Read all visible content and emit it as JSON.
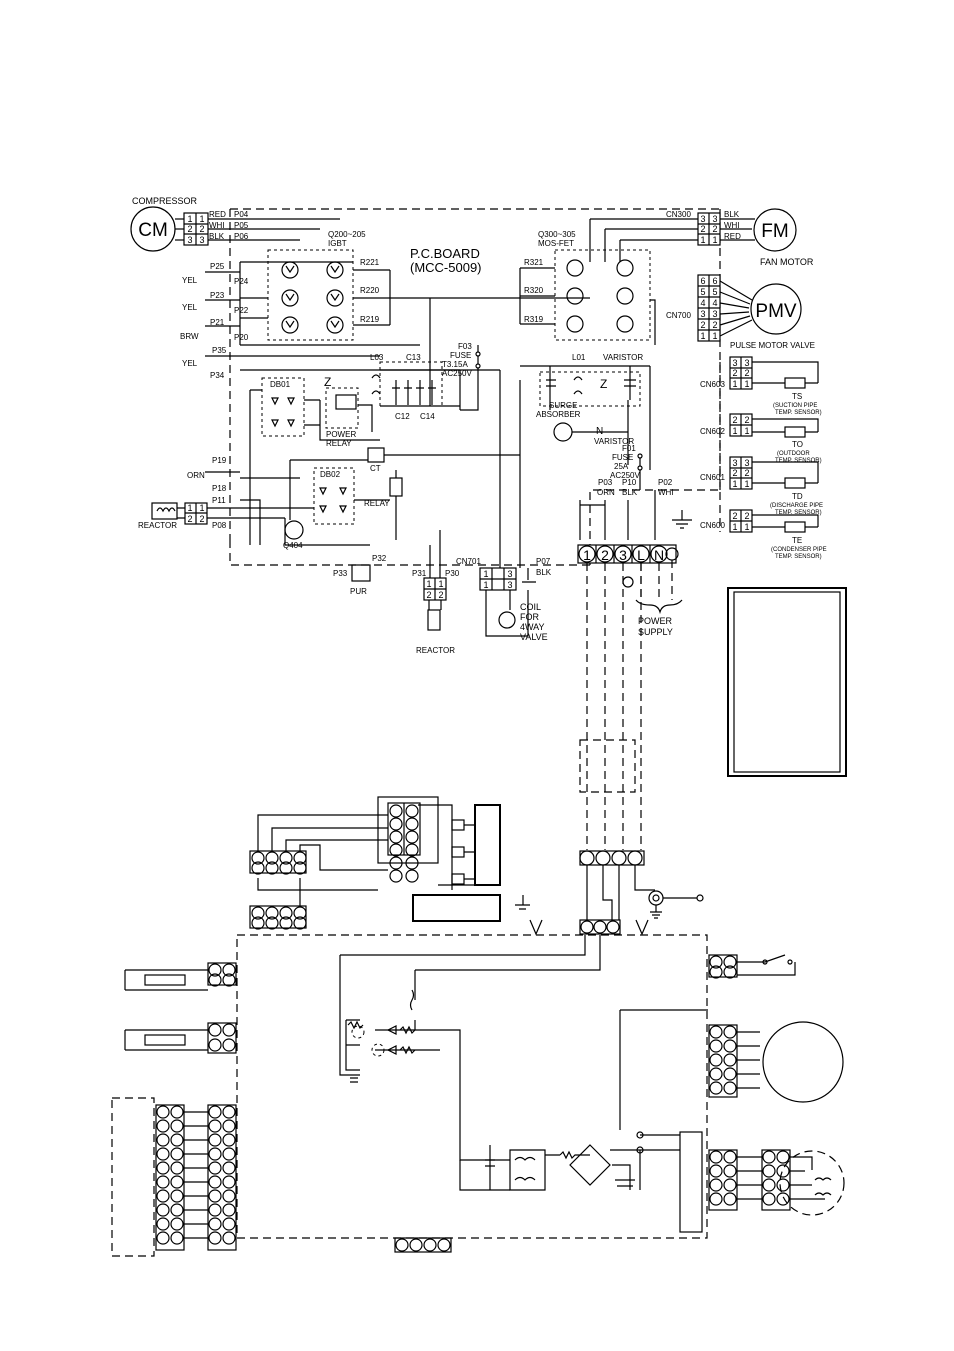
{
  "outdoor": {
    "compressor": {
      "title": "COMPRESSOR",
      "symbol": "CM",
      "wires": [
        "RED",
        "WHI",
        "BLK"
      ],
      "ports": [
        "P04",
        "P05",
        "P06"
      ],
      "pins": [
        "1",
        "2",
        "3"
      ]
    },
    "igbt": {
      "ref": "Q200~205",
      "type": "IGBT",
      "resistors": [
        "R221",
        "R220",
        "R219"
      ]
    },
    "board": {
      "line1": "P.C.BOARD",
      "line2": "(MCC-5009)"
    },
    "mosfet": {
      "ref": "Q300~305",
      "type": "MOS-FET",
      "resistors": [
        "R321",
        "R320",
        "R319"
      ]
    },
    "fan_motor": {
      "symbol": "FM",
      "label": "FAN MOTOR",
      "connector": "CN300",
      "wires": [
        "BLK",
        "WHI",
        "RED"
      ],
      "pins": [
        "3",
        "2",
        "1"
      ]
    },
    "pmv": {
      "symbol": "PMV",
      "label": "PULSE MOTOR VALVE",
      "connector": "CN700",
      "pins": [
        "6",
        "5",
        "4",
        "3",
        "2",
        "1"
      ]
    },
    "left_wires": {
      "yel1": "YEL",
      "yel2": "YEL",
      "brw": "BRW",
      "yel3": "YEL",
      "orn": "ORN"
    },
    "ports": {
      "p25": "P25",
      "p24": "P24",
      "p23": "P23",
      "p22": "P22",
      "p21": "P21",
      "p20": "P20",
      "p35": "P35",
      "p34": "P34",
      "p19": "P19",
      "p18": "P18",
      "p11": "P11",
      "p08": "P08",
      "p33": "P33",
      "p32": "P32",
      "p31": "P31",
      "p30": "P30",
      "p07": "P07",
      "p03": "P03",
      "p10": "P10",
      "p02": "P02"
    },
    "parts": {
      "l03": "L03",
      "c13": "C13",
      "c12": "C12",
      "c14": "C14",
      "db01": "DB01",
      "db02": "DB02",
      "power_relay_1": "POWER",
      "power_relay_2": "RELAY",
      "ct": "CT",
      "relay": "RELAY",
      "q404": "Q404",
      "l01": "L01",
      "varistor_top": "VARISTOR",
      "surge_1": "SURGE",
      "surge_2": "ABSORBER",
      "varistor_bot": "VARISTOR",
      "pur": "PUR",
      "cn701": "CN701",
      "blk": "BLK",
      "reactor_left": "REACTOR",
      "reactor_bottom": "REACTOR"
    },
    "fuse_f03": {
      "ref": "F03",
      "kind": "FUSE",
      "rating": "T3.15A",
      "voltage": "AC250V"
    },
    "fuse_f01": {
      "ref": "F01",
      "kind": "FUSE",
      "rating": "25A",
      "voltage": "AC250V"
    },
    "power_wires": {
      "orn": "ORN",
      "blk": "BLK",
      "whi": "WHI"
    },
    "coil": {
      "line1": "COIL",
      "line2": "FOR",
      "line3": "4WAY",
      "line4": "VALVE"
    },
    "terminal": {
      "t1": "1",
      "t2": "2",
      "t3": "3",
      "tl": "L",
      "tn": "N"
    },
    "power_supply": {
      "line1": "POWER",
      "line2": "SUPPLY"
    },
    "sensors": [
      {
        "connector": "CN603",
        "name": "TS",
        "desc": "(SUCTION PIPE",
        "desc2": "TEMP. SENSOR)",
        "pins": [
          "3",
          "2",
          "1"
        ]
      },
      {
        "connector": "CN602",
        "name": "TO",
        "desc": "(OUTDOOR",
        "desc2": "TEMP. SENSOR)",
        "pins": [
          "2",
          "1"
        ]
      },
      {
        "connector": "CN601",
        "name": "TD",
        "desc": "(DISCHARGE PIPE",
        "desc2": "TEMP. SENSOR)",
        "pins": [
          "3",
          "2",
          "1"
        ]
      },
      {
        "connector": "CN600",
        "name": "TE",
        "desc": "(CONDENSER PIPE",
        "desc2": "TEMP. SENSOR)",
        "pins": [
          "2",
          "1"
        ]
      }
    ]
  }
}
